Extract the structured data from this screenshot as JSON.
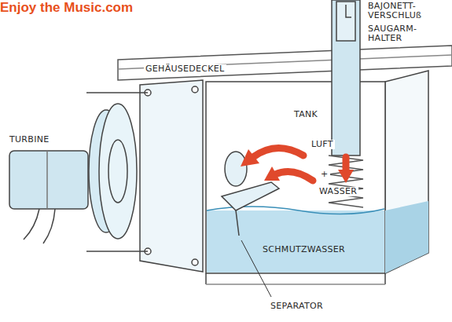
{
  "diagram": {
    "labels": [
      "BAJONETT- VERSCHLUß",
      "SAUGARM- HALTER",
      "GEHÄUSEDECKEL",
      "TURBINE",
      "TANK",
      "LUFT",
      "+",
      "WASSER",
      "SCHMUTZWASSER",
      "SEPARATOR",
      "Enjoy the Music.com"
    ]
  }
}
